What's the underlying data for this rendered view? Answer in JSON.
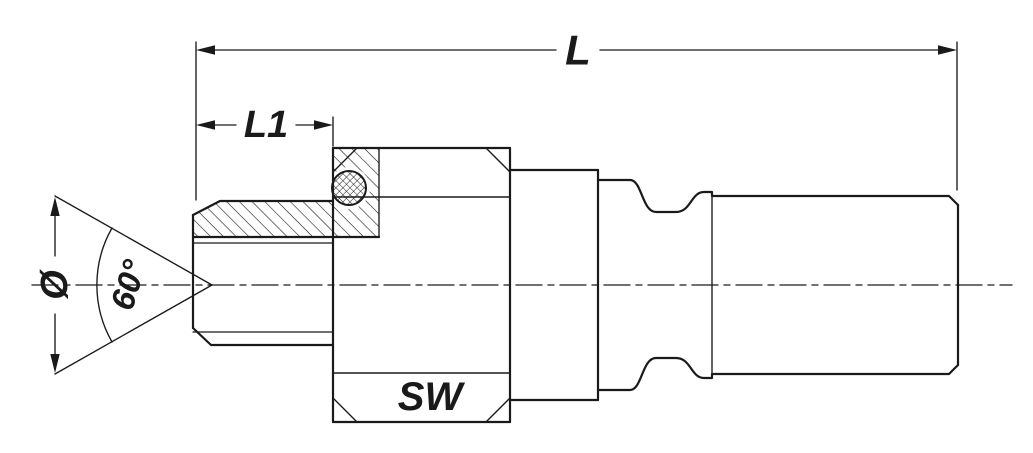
{
  "drawing": {
    "labels": {
      "overall_length": "L",
      "thread_length": "L1",
      "diameter": "Ø",
      "cone_angle": "60°",
      "wrench_size": "SW"
    },
    "colors": {
      "line": "#1a1a1a",
      "background": "#ffffff"
    }
  }
}
